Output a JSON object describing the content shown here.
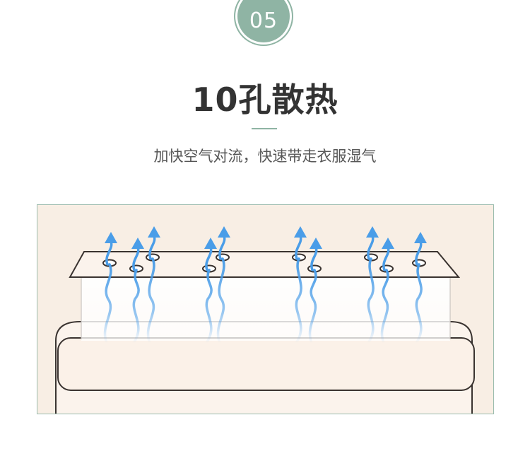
{
  "badge": {
    "number": "05"
  },
  "heading": {
    "title": "10孔散热",
    "subtitle": "加快空气对流，快速带走衣服湿气"
  },
  "illustration": {
    "hole_count": 10,
    "colors": {
      "accent": "#8fb4a4",
      "background": "#f8eee4",
      "line": "#3a3330",
      "arrow": "#4a9de8",
      "pad": "#fbf3ec"
    }
  }
}
